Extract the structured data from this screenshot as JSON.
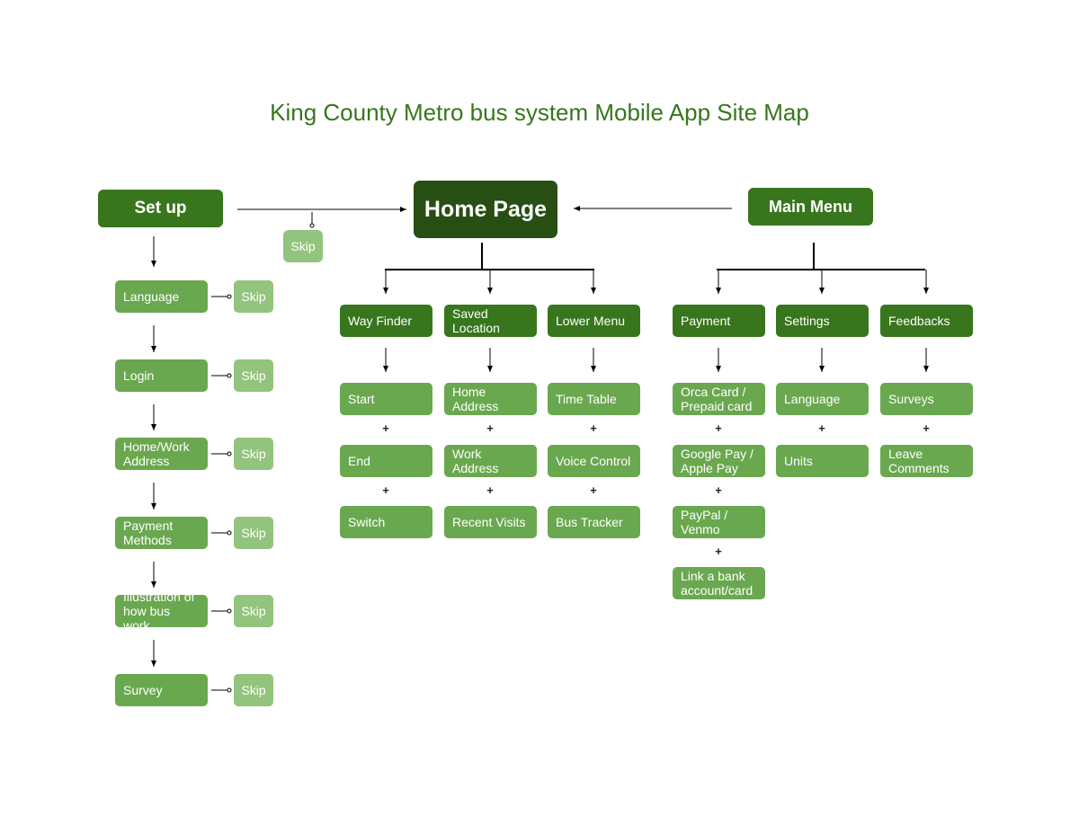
{
  "title": "King County Metro bus system Mobile App Site Map",
  "colors": {
    "title": "#38761d",
    "primary": "#38761d",
    "home": "#274e13",
    "item": "#6aa84f",
    "skip": "#93c47d"
  },
  "setup": {
    "label": "Set up",
    "skip_label": "Skip",
    "steps": [
      {
        "label": "Language"
      },
      {
        "label": "Login"
      },
      {
        "label": "Home/Work Address"
      },
      {
        "label": "Payment Methods"
      },
      {
        "label": "Illustration of how bus work"
      },
      {
        "label": "Survey"
      }
    ]
  },
  "home": {
    "label": "Home Page",
    "sections": [
      {
        "label": "Way Finder",
        "items": [
          "Start",
          "End",
          "Switch"
        ]
      },
      {
        "label": "Saved Location",
        "items": [
          "Home Address",
          "Work Address",
          "Recent Visits"
        ]
      },
      {
        "label": "Lower Menu",
        "items": [
          "Time Table",
          "Voice Control",
          "Bus Tracker"
        ]
      }
    ]
  },
  "main_menu": {
    "label": "Main Menu",
    "sections": [
      {
        "label": "Payment",
        "items": [
          "Orca Card / Prepaid card",
          "Google Pay / Apple Pay",
          "PayPal / Venmo",
          "Link a bank account/card"
        ]
      },
      {
        "label": "Settings",
        "items": [
          "Language",
          "Units"
        ]
      },
      {
        "label": "Feedbacks",
        "items": [
          "Surveys",
          "Leave Comments"
        ]
      }
    ]
  },
  "connector_symbol": "+"
}
